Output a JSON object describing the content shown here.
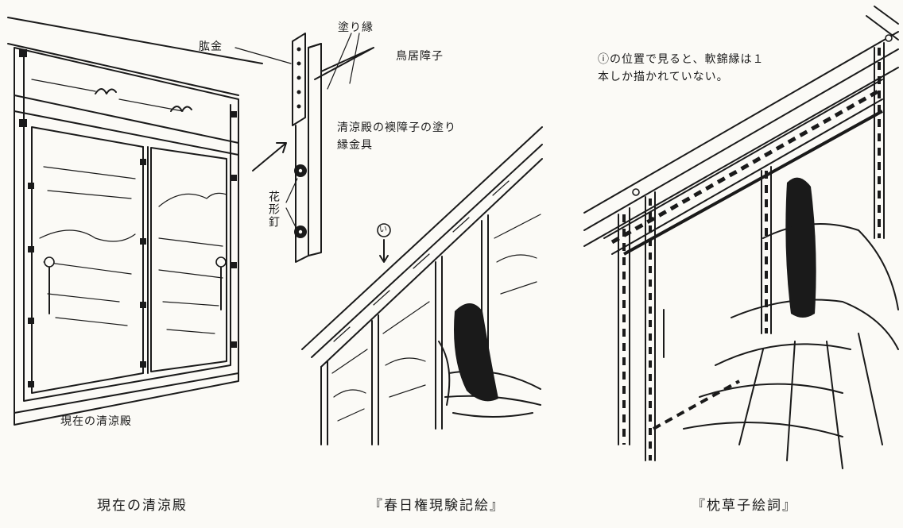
{
  "panel_left": {
    "sublabel": "現在の清涼殿",
    "caption": "現在の清涼殿"
  },
  "detail": {
    "label_kowagane": "肱金",
    "label_nuribuchi": "塗り縁",
    "label_torii": "鳥居障子",
    "label_hanagata": "花形釘",
    "note": "清涼殿の襖障子の塗り縁金具"
  },
  "panel_middle": {
    "marker": "い",
    "caption": "『春日権現験記絵』"
  },
  "panel_right": {
    "note": "ⓘの位置で見ると、軟錦縁は１本しか描かれていない。",
    "caption": "『枕草子絵詞』"
  }
}
